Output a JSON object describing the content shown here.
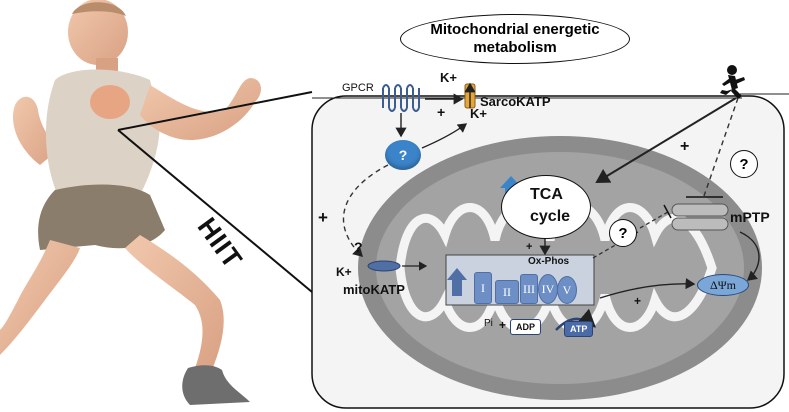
{
  "title_lines": [
    "Mitochondrial energetic",
    "metabolism"
  ],
  "left_label": "HIIT",
  "membrane": {
    "gpcr": "GPCR",
    "k_top": "K+",
    "k_bottom": "K+",
    "sarcokatp": "SarcoKATP",
    "plus_sign": "+"
  },
  "question_mark": "?",
  "tca_lines": [
    "TCA",
    "cycle"
  ],
  "oxphos": {
    "label": "Ox-Phos",
    "complexes": [
      "I",
      "II",
      "III",
      "IV",
      "V"
    ]
  },
  "mptp": "mPTP",
  "mitokatp": {
    "k": "K+",
    "name": "mitoKATP"
  },
  "adp": "ADP",
  "atp": "ATP",
  "pi": "Pi",
  "plus": "+",
  "delta_psi": "ΔΨm",
  "colors": {
    "cell_fill": "#f4f4f4",
    "mito_outer": "#8c8c8c",
    "mito_inner": "#a3a3a3",
    "blue_accent": "#3b84c9",
    "complex_fill": "#6d8fc6",
    "atp_fill": "#4a6aa8",
    "runner_skin": "#e8b99a",
    "runner_shorts": "#8a7d6c",
    "runner_shoe": "#6e6e6e",
    "heart": "#e9a07c"
  }
}
